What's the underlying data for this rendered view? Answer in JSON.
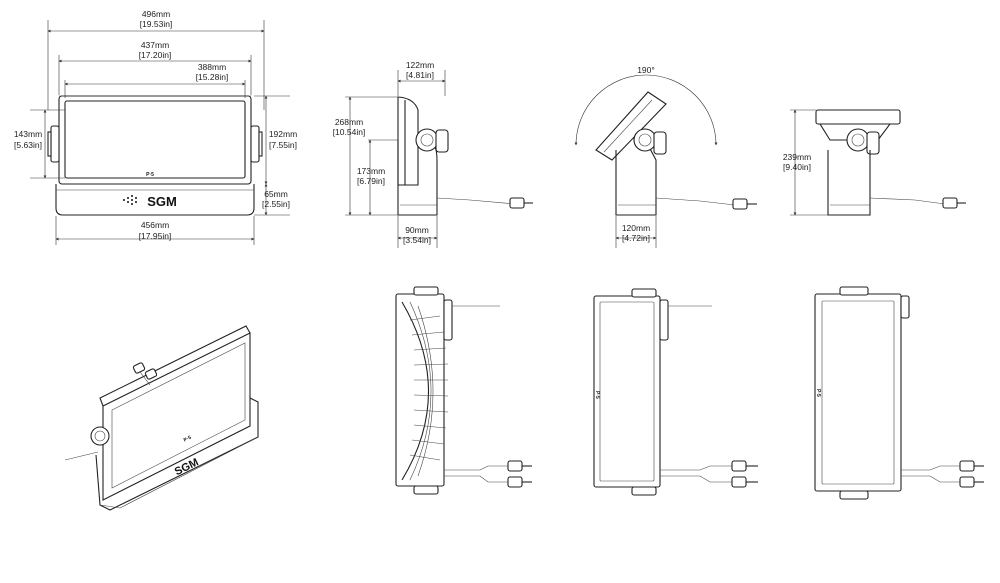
{
  "logo": {
    "brand": "SGM",
    "badge": "P·5"
  },
  "front_view": {
    "overall_width": {
      "mm": "496mm",
      "in": "[19.53in]"
    },
    "housing_width": {
      "mm": "437mm",
      "in": "[17.20in]"
    },
    "lens_width": {
      "mm": "388mm",
      "in": "[15.28in]"
    },
    "base_width": {
      "mm": "456mm",
      "in": "[17.95in]"
    },
    "lens_height": {
      "mm": "143mm",
      "in": "[5.63in]"
    },
    "overall_height": {
      "mm": "192mm",
      "in": "[7.55in]"
    },
    "base_height": {
      "mm": "65mm",
      "in": "[2.55in]"
    }
  },
  "side_view": {
    "top_depth": {
      "mm": "122mm",
      "in": "[4.81in]"
    },
    "overall_height": {
      "mm": "268mm",
      "in": "[10.54in]"
    },
    "bracket_height": {
      "mm": "173mm",
      "in": "[6.79in]"
    },
    "base_depth": {
      "mm": "90mm",
      "in": "[3.54in]"
    }
  },
  "tilt_view": {
    "tilt_angle": "190°",
    "base_depth": {
      "mm": "120mm",
      "in": "[4.72in]"
    }
  },
  "top_view": {
    "overall_height": {
      "mm": "239mm",
      "in": "[9.40in]"
    }
  }
}
